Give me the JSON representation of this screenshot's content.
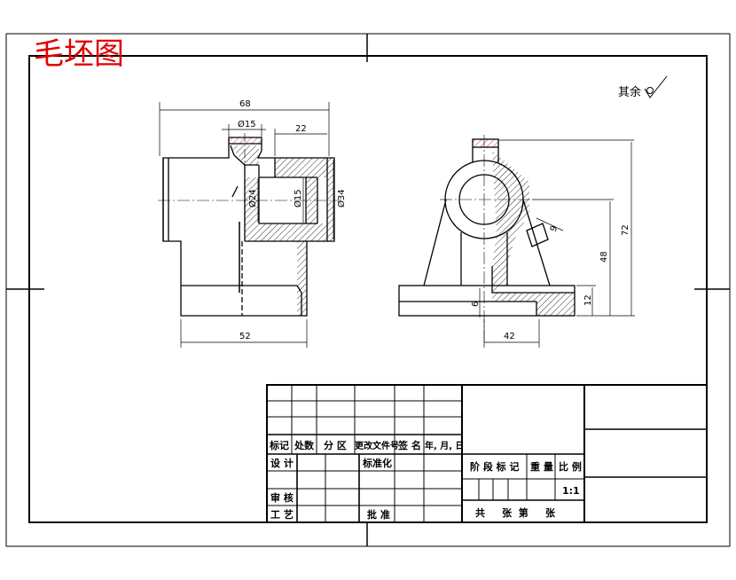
{
  "title": "毛坯图",
  "roughness_note": "其余",
  "dims": {
    "d68": "68",
    "d15_top": "Ø15",
    "d22": "22",
    "d24": "Ø24",
    "d15_bore": "Ø15",
    "d34": "Ø34",
    "d52": "52",
    "d6": "6",
    "d42": "42",
    "d12": "12",
    "d48": "48",
    "d72": "72",
    "d9": "9"
  },
  "title_block": {
    "h_mark": "标记",
    "h_count": "处数",
    "h_zone": "分 区",
    "h_docno": "更改文件号",
    "h_sign": "签 名",
    "h_date": "年, 月, 日",
    "design": "设 计",
    "standard": "标准化",
    "stage_mark": "阶 段 标 记",
    "weight": "重 量",
    "scale_label": "比 例",
    "scale_value": "1:1",
    "review": "审 核",
    "process": "工 艺",
    "approve": "批 准",
    "sheets": "共     张  第     张"
  }
}
